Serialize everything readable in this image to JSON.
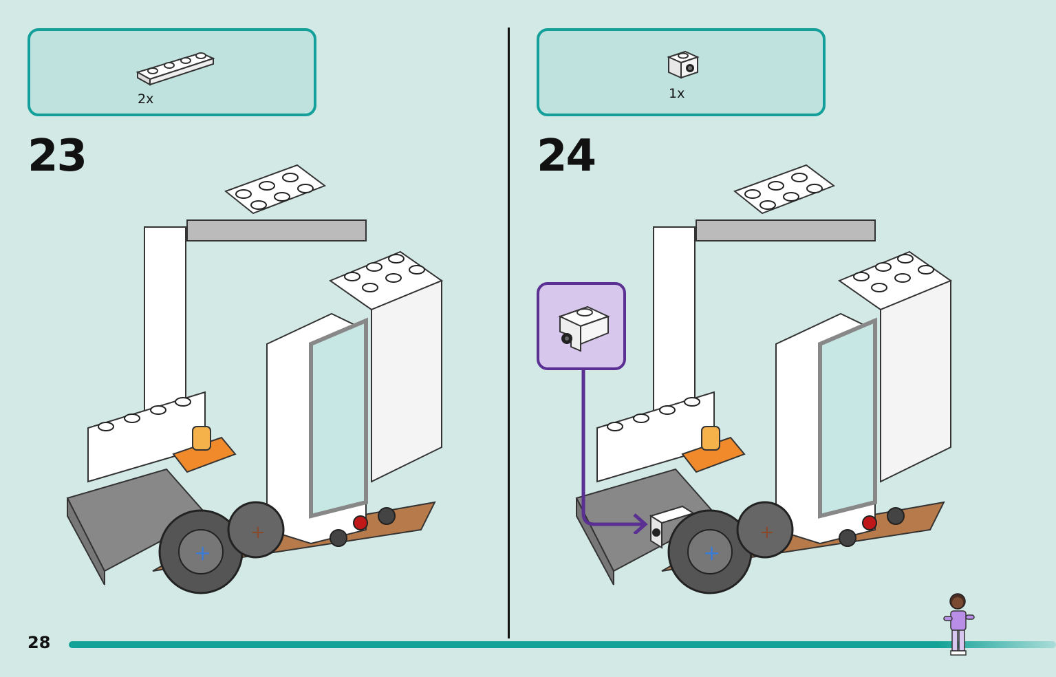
{
  "page": {
    "number": "28",
    "progress": 0.9
  },
  "steps": [
    {
      "number": "23",
      "parts": [
        {
          "qty": "2x",
          "icon": "plate-1x4-white-icon"
        }
      ]
    },
    {
      "number": "24",
      "parts": [
        {
          "qty": "1x",
          "icon": "bracket-1x1-white-icon"
        }
      ],
      "callout_icon": "bracket-1x1-white-icon"
    }
  ],
  "colors": {
    "background": "#d3e9e6",
    "parts_box_border": "#14a09a",
    "callout_border": "#5a3093",
    "progress": "#13a297"
  }
}
